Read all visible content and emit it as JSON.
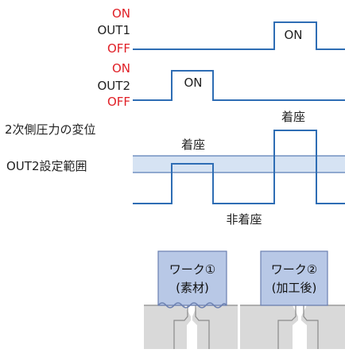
{
  "colors": {
    "signal_line": "#2e6db4",
    "on_off_text": "#e01f26",
    "band_fill": "#d6e3f3",
    "band_line": "#5a7fb6",
    "workpiece_fill": "#b8c8e6",
    "workpiece_stroke": "#6a7fb0",
    "base_fill": "#d9d9d9",
    "base_stroke": "#8a8a8a"
  },
  "out1": {
    "on_label": "ON",
    "name": "OUT1",
    "off_label": "OFF",
    "pulse_label": "ON"
  },
  "out2": {
    "on_label": "ON",
    "name": "OUT2",
    "off_label": "OFF",
    "pulse_label": "ON"
  },
  "pressure": {
    "label": "2次側圧力の変位",
    "seated_left": "着座",
    "seated_right": "着座",
    "not_seated": "非着座"
  },
  "range": {
    "label": "OUT2設定範囲"
  },
  "workpieces": [
    {
      "line1": "ワーク①",
      "line2": "(素材)"
    },
    {
      "line1": "ワーク②",
      "line2": "(加工後)"
    }
  ]
}
